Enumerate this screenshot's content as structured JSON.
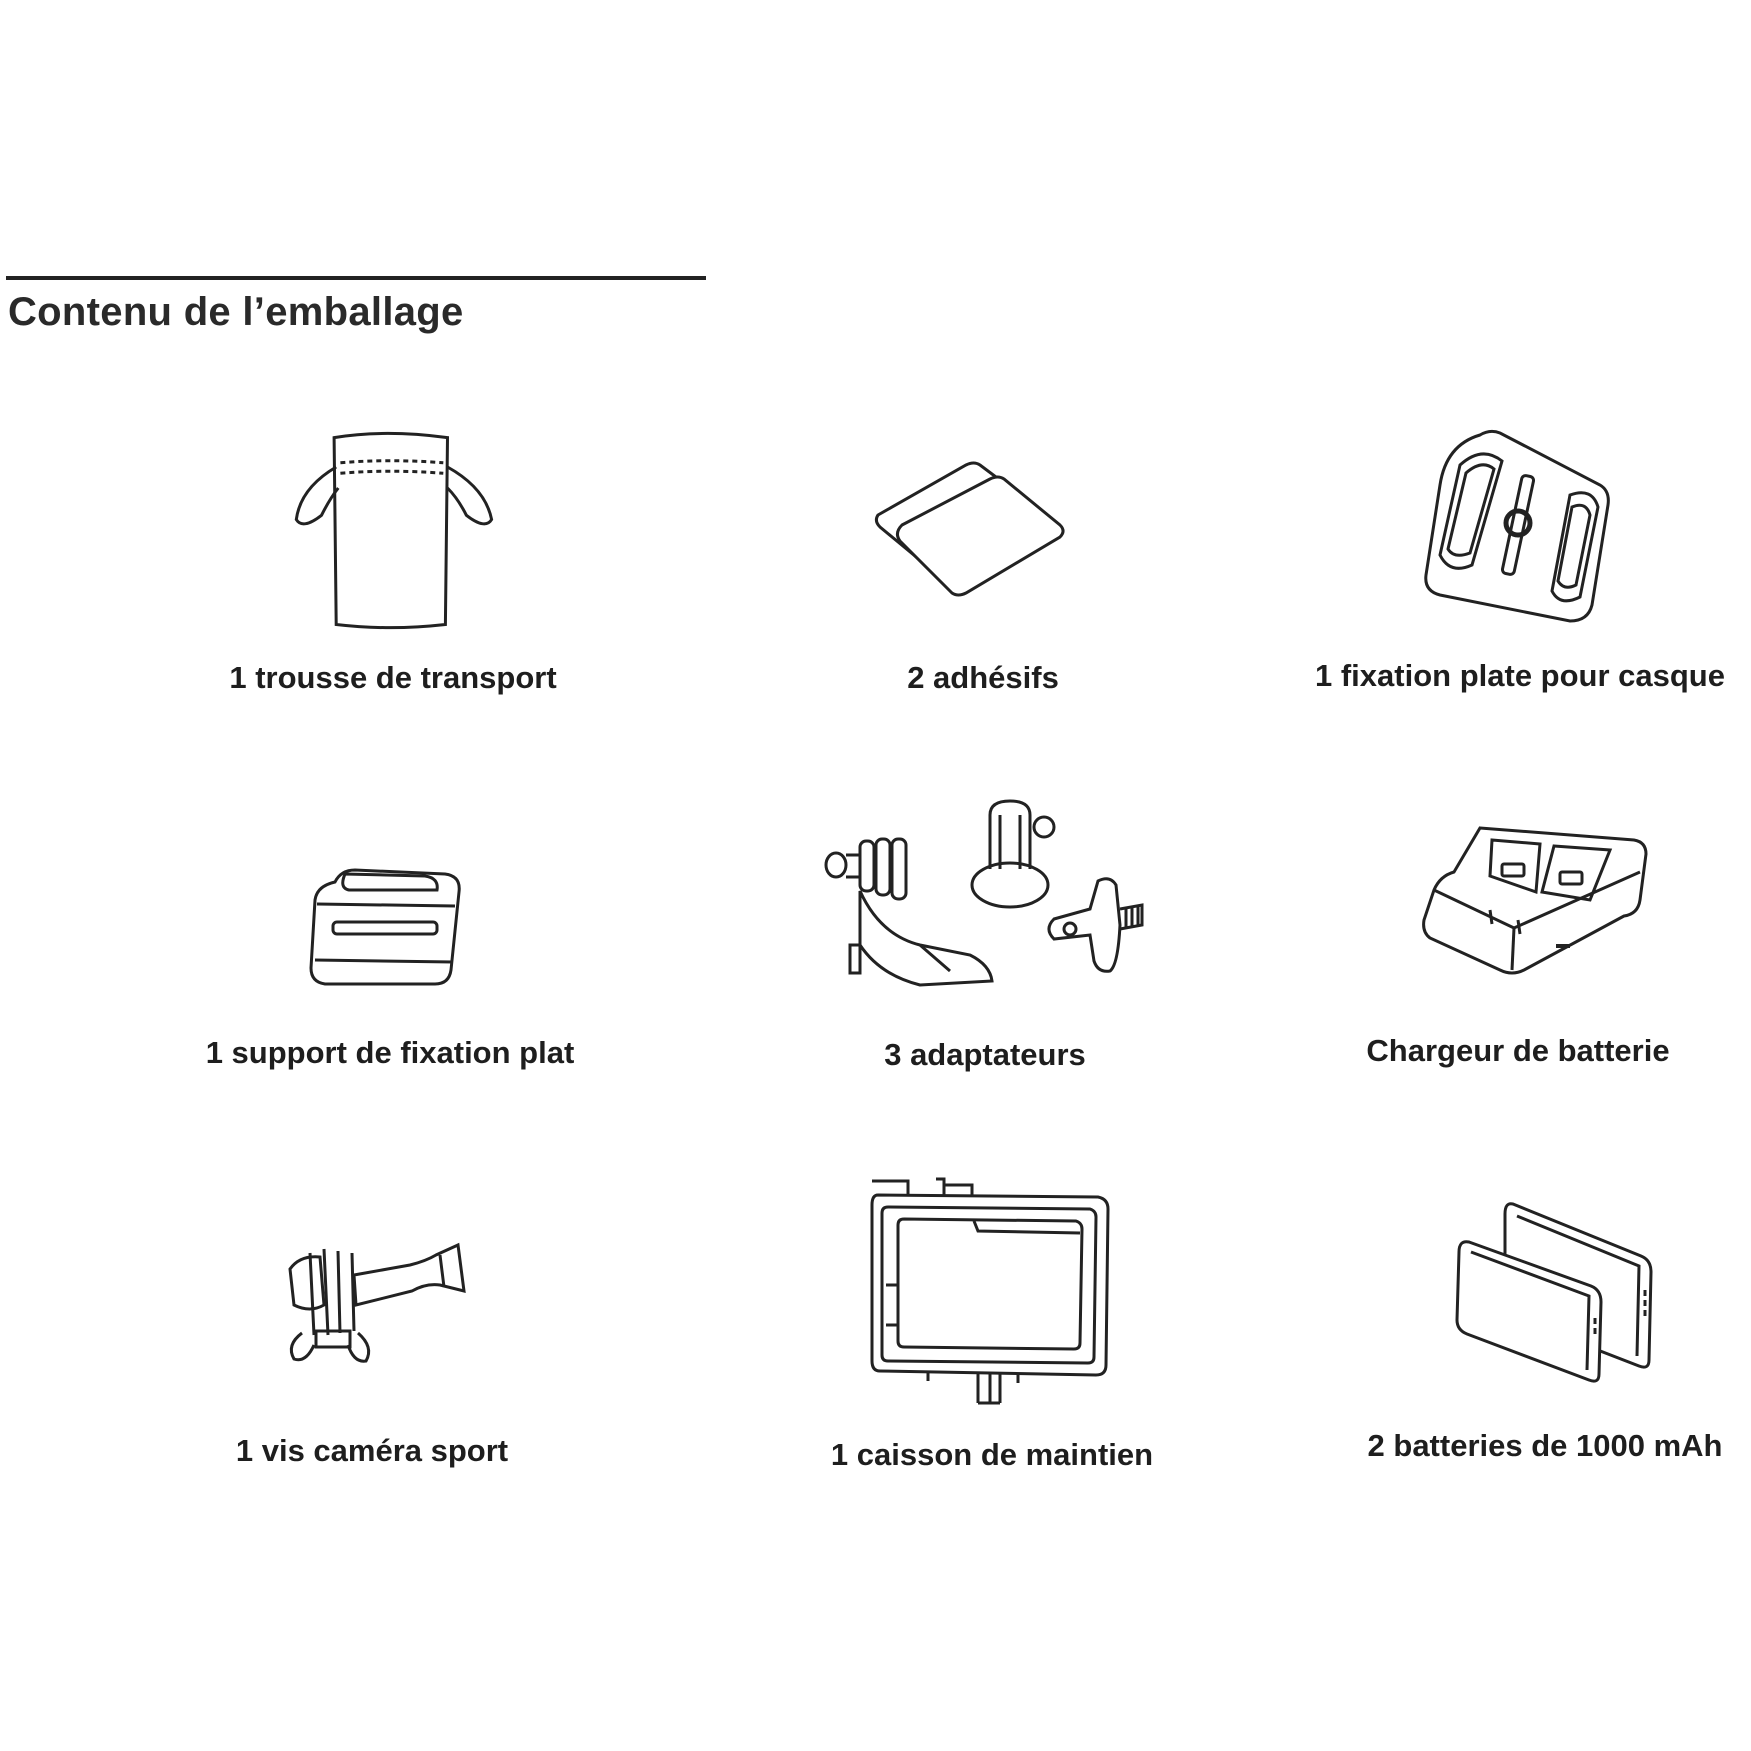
{
  "section": {
    "title": "Contenu de l’emballage"
  },
  "items": [
    {
      "label": "1 trousse de transport"
    },
    {
      "label": "2 adhésifs"
    },
    {
      "label": "1 fixation plate pour casque"
    },
    {
      "label": "1 support de fixation plat"
    },
    {
      "label": "3 adaptateurs"
    },
    {
      "label": "Chargeur de batterie"
    },
    {
      "label": "1 vis caméra sport"
    },
    {
      "label": "1 caisson de maintien"
    },
    {
      "label": "2 batteries de 1000 mAh"
    }
  ],
  "icons": [
    "carry-pouch-icon",
    "adhesive-pads-icon",
    "helmet-flat-mount-icon",
    "flat-mount-support-icon",
    "adapters-icon",
    "battery-charger-icon",
    "thumb-screw-icon",
    "frame-housing-icon",
    "batteries-icon"
  ]
}
